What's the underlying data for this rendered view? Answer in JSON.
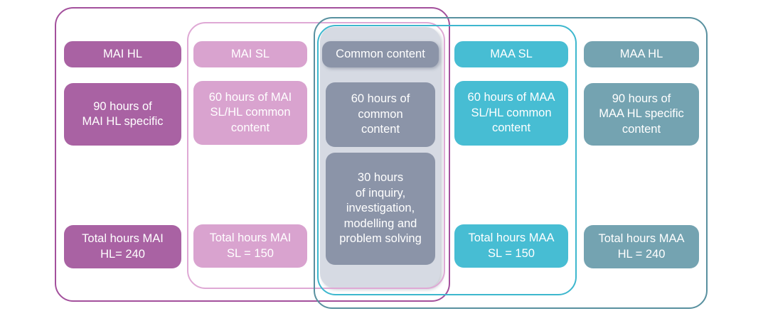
{
  "diagram": {
    "title_implicit": "IB Mathematics course hours structure",
    "background_color": "#ffffff",
    "palette": {
      "mai_hl_fill": "#a962a3",
      "mai_hl_outline": "#a3509c",
      "mai_sl_fill": "#d9a3cf",
      "mai_sl_outline": "#dfa9d5",
      "common_fill": "#8b94a8",
      "common_panel_fill": "#d6dae3",
      "maa_sl_fill": "#47bdd3",
      "maa_sl_outline": "#3db7ce",
      "maa_hl_fill": "#74a3b1",
      "maa_hl_outline": "#58909f",
      "text_color": "#ffffff"
    },
    "groups": [
      {
        "id": "mai-hl-group",
        "contains": [
          "MAI HL",
          "MAI SL",
          "Common content"
        ]
      },
      {
        "id": "mai-sl-group",
        "contains": [
          "MAI SL",
          "Common content"
        ]
      },
      {
        "id": "maa-hl-group",
        "contains": [
          "Common content",
          "MAA SL",
          "MAA HL"
        ]
      },
      {
        "id": "maa-sl-group",
        "contains": [
          "Common content",
          "MAA SL"
        ]
      }
    ],
    "columns": [
      {
        "id": "mai-hl",
        "header": "MAI HL",
        "content": "90 hours of\nMAI HL specific",
        "total": "Total hours MAI\nHL= 240"
      },
      {
        "id": "mai-sl",
        "header": "MAI SL",
        "content": "60 hours of MAI\nSL/HL common\ncontent",
        "total": "Total hours MAI\nSL = 150"
      },
      {
        "id": "common",
        "header": "Common content",
        "content": "60 hours of\ncommon\ncontent",
        "content2": "30 hours\nof inquiry,\ninvestigation,\nmodelling and\nproblem solving"
      },
      {
        "id": "maa-sl",
        "header": "MAA SL",
        "content": "60 hours of MAA\nSL/HL  common\ncontent",
        "total": "Total hours MAA\nSL = 150"
      },
      {
        "id": "maa-hl",
        "header": "MAA HL",
        "content": "90 hours of\nMAA HL specific\ncontent",
        "total": "Total hours MAA\nHL = 240"
      }
    ]
  }
}
